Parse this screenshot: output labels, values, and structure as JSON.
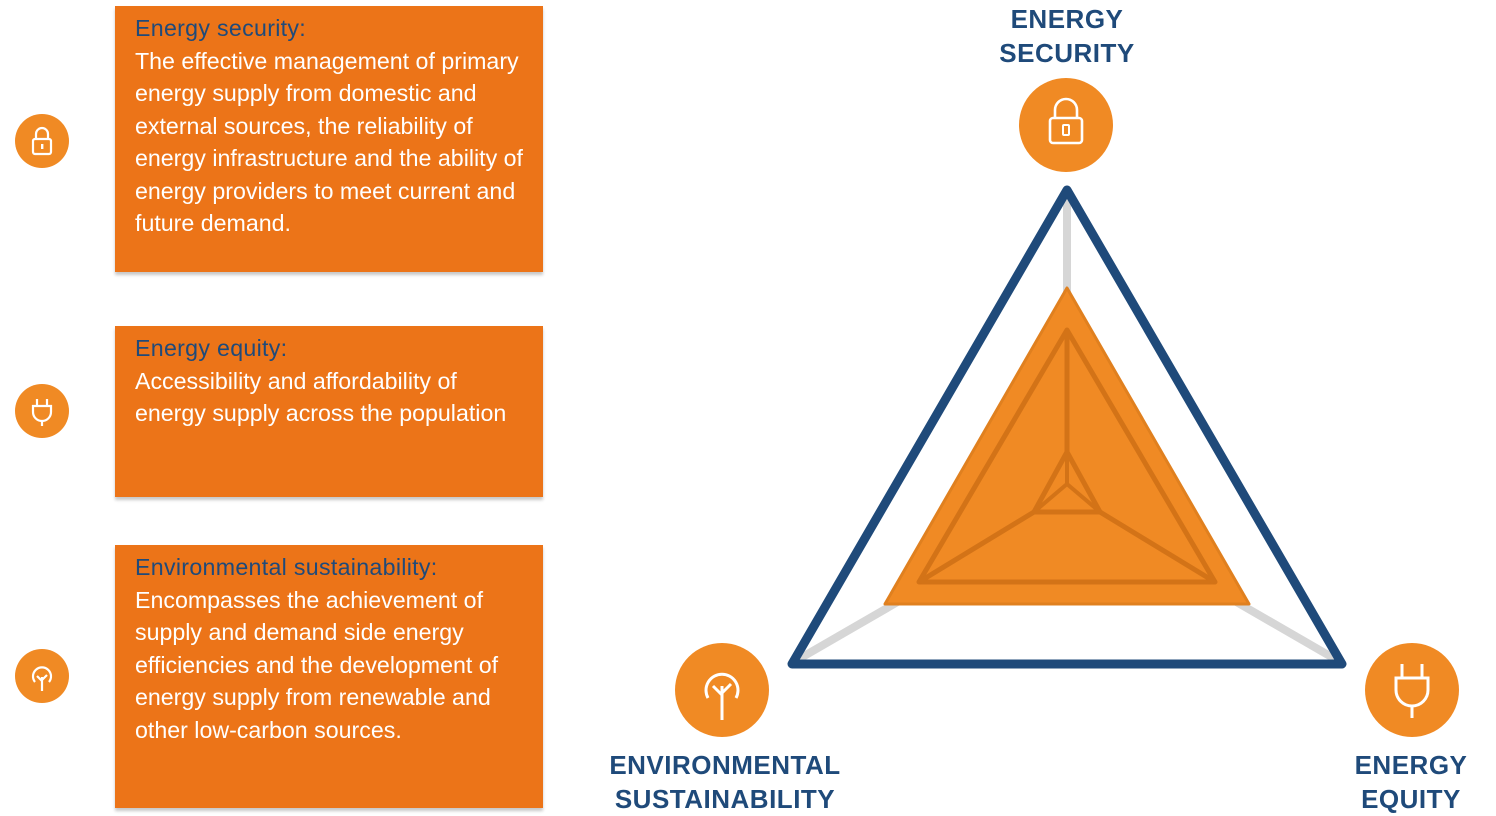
{
  "cards": [
    {
      "title": "Energy security:",
      "text": "The effective management of primary energy supply from domestic and external sources, the reliability of energy infrastructure and the ability of energy providers to meet current and future demand.",
      "icon": "lock-icon"
    },
    {
      "title": "Energy equity:",
      "text": "Accessibility and affordability of energy supply across the population",
      "icon": "plug-icon"
    },
    {
      "title": "Environmental sustainability:",
      "text": "Encompasses the achievement of supply and demand side energy efficiencies and the development of energy supply from renewable and other low-carbon sources.",
      "icon": "tree-icon"
    }
  ],
  "diagram": {
    "vertices": {
      "top": "ENERGY\nSECURITY",
      "bottom_right": "ENERGY\nEQUITY",
      "bottom_left": "ENVIRONMENTAL\nSUSTAINABILITY"
    }
  },
  "colors": {
    "orange": "#ec7418",
    "icon_orange": "#f08a24",
    "navy": "#1f4a7a",
    "fill": "#f08a24",
    "axis_gray": "#d6d6d6"
  }
}
